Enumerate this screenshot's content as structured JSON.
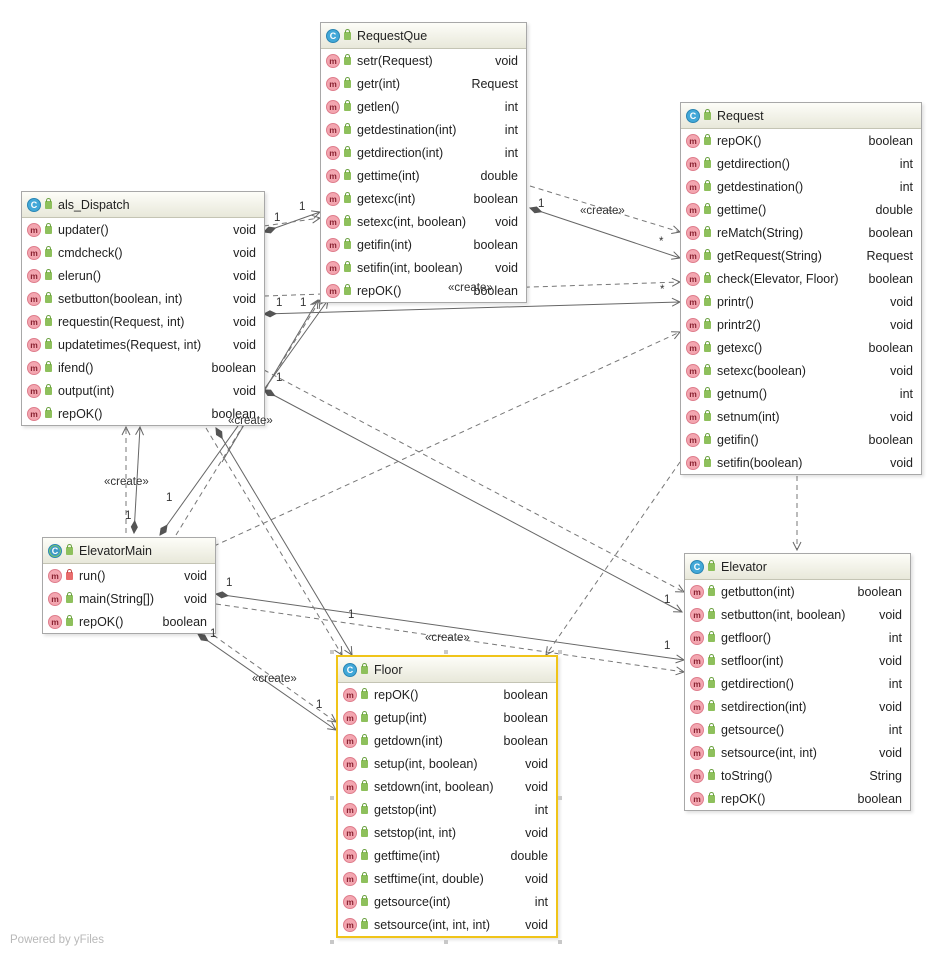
{
  "classes": {
    "RequestQue": {
      "name": "RequestQue",
      "methods": [
        {
          "sig": "setr(Request)",
          "ret": "void"
        },
        {
          "sig": "getr(int)",
          "ret": "Request"
        },
        {
          "sig": "getlen()",
          "ret": "int"
        },
        {
          "sig": "getdestination(int)",
          "ret": "int"
        },
        {
          "sig": "getdirection(int)",
          "ret": "int"
        },
        {
          "sig": "gettime(int)",
          "ret": "double"
        },
        {
          "sig": "getexc(int)",
          "ret": "boolean"
        },
        {
          "sig": "setexc(int, boolean)",
          "ret": "void"
        },
        {
          "sig": "getifin(int)",
          "ret": "boolean"
        },
        {
          "sig": "setifin(int, boolean)",
          "ret": "void"
        },
        {
          "sig": "repOK()",
          "ret": "boolean"
        }
      ]
    },
    "Request": {
      "name": "Request",
      "methods": [
        {
          "sig": "repOK()",
          "ret": "boolean"
        },
        {
          "sig": "getdirection()",
          "ret": "int"
        },
        {
          "sig": "getdestination()",
          "ret": "int"
        },
        {
          "sig": "gettime()",
          "ret": "double"
        },
        {
          "sig": "reMatch(String)",
          "ret": "boolean"
        },
        {
          "sig": "getRequest(String)",
          "ret": "Request"
        },
        {
          "sig": "check(Elevator, Floor)",
          "ret": "boolean"
        },
        {
          "sig": "printr()",
          "ret": "void"
        },
        {
          "sig": "printr2()",
          "ret": "void"
        },
        {
          "sig": "getexc()",
          "ret": "boolean"
        },
        {
          "sig": "setexc(boolean)",
          "ret": "void"
        },
        {
          "sig": "getnum()",
          "ret": "int"
        },
        {
          "sig": "setnum(int)",
          "ret": "void"
        },
        {
          "sig": "getifin()",
          "ret": "boolean"
        },
        {
          "sig": "setifin(boolean)",
          "ret": "void"
        }
      ]
    },
    "als_Dispatch": {
      "name": "als_Dispatch",
      "methods": [
        {
          "sig": "updater()",
          "ret": "void"
        },
        {
          "sig": "cmdcheck()",
          "ret": "void"
        },
        {
          "sig": "elerun()",
          "ret": "void"
        },
        {
          "sig": "setbutton(boolean, int)",
          "ret": "void"
        },
        {
          "sig": "requestin(Request, int)",
          "ret": "void"
        },
        {
          "sig": "updatetimes(Request, int)",
          "ret": "void"
        },
        {
          "sig": "ifend()",
          "ret": "boolean"
        },
        {
          "sig": "output(int)",
          "ret": "void"
        },
        {
          "sig": "repOK()",
          "ret": "boolean"
        }
      ]
    },
    "ElevatorMain": {
      "name": "ElevatorMain",
      "methods": [
        {
          "sig": "run()",
          "ret": "void"
        },
        {
          "sig": "main(String[])",
          "ret": "void"
        },
        {
          "sig": "repOK()",
          "ret": "boolean"
        }
      ]
    },
    "Elevator": {
      "name": "Elevator",
      "methods": [
        {
          "sig": "getbutton(int)",
          "ret": "boolean"
        },
        {
          "sig": "setbutton(int, boolean)",
          "ret": "void"
        },
        {
          "sig": "getfloor()",
          "ret": "int"
        },
        {
          "sig": "setfloor(int)",
          "ret": "void"
        },
        {
          "sig": "getdirection()",
          "ret": "int"
        },
        {
          "sig": "setdirection(int)",
          "ret": "void"
        },
        {
          "sig": "getsource()",
          "ret": "int"
        },
        {
          "sig": "setsource(int, int)",
          "ret": "void"
        },
        {
          "sig": "toString()",
          "ret": "String"
        },
        {
          "sig": "repOK()",
          "ret": "boolean"
        }
      ]
    },
    "Floor": {
      "name": "Floor",
      "methods": [
        {
          "sig": "repOK()",
          "ret": "boolean"
        },
        {
          "sig": "getup(int)",
          "ret": "boolean"
        },
        {
          "sig": "getdown(int)",
          "ret": "boolean"
        },
        {
          "sig": "setup(int, boolean)",
          "ret": "void"
        },
        {
          "sig": "setdown(int, boolean)",
          "ret": "void"
        },
        {
          "sig": "getstop(int)",
          "ret": "int"
        },
        {
          "sig": "setstop(int, int)",
          "ret": "void"
        },
        {
          "sig": "getftime(int)",
          "ret": "double"
        },
        {
          "sig": "setftime(int, double)",
          "ret": "void"
        },
        {
          "sig": "getsource(int)",
          "ret": "int"
        },
        {
          "sig": "setsource(int, int, int)",
          "ret": "void"
        }
      ]
    }
  },
  "icons": {
    "class": "C",
    "method": "m",
    "class_icon": "class-icon",
    "method_icon": "method-icon"
  },
  "relation_labels": {
    "create": "«create»",
    "one": "1",
    "many": "*"
  },
  "colors": {
    "class_icon": "#42a8d8",
    "method_icon": "#f3a6b0",
    "public_lock": "#8ec05c",
    "private_lock": "#e86c6c",
    "selection": "#f0c419"
  },
  "footer": "Powered by yFiles"
}
